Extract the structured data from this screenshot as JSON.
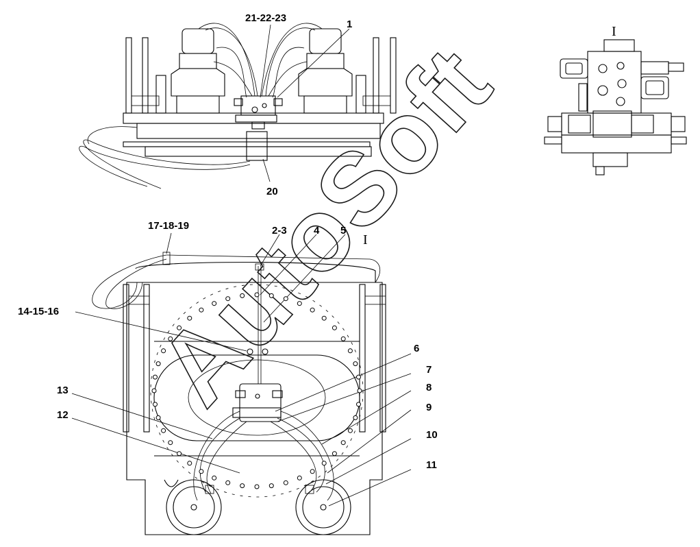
{
  "view_marker": "I",
  "callouts": {
    "c21_22_23": "21-22-23",
    "c1": "1",
    "c20": "20",
    "c17_18_19": "17-18-19",
    "c2_3": "2-3",
    "c4": "4",
    "c5": "5",
    "c14_15_16": "14-15-16",
    "c6": "6",
    "c7": "7",
    "c8": "8",
    "c9": "9",
    "c10": "10",
    "c11": "11",
    "c12": "12",
    "c13": "13"
  },
  "watermark": "AutoSoft",
  "icons": [
    "hydraulic-valve-block",
    "hydraulic-motor",
    "solenoid-valve"
  ]
}
